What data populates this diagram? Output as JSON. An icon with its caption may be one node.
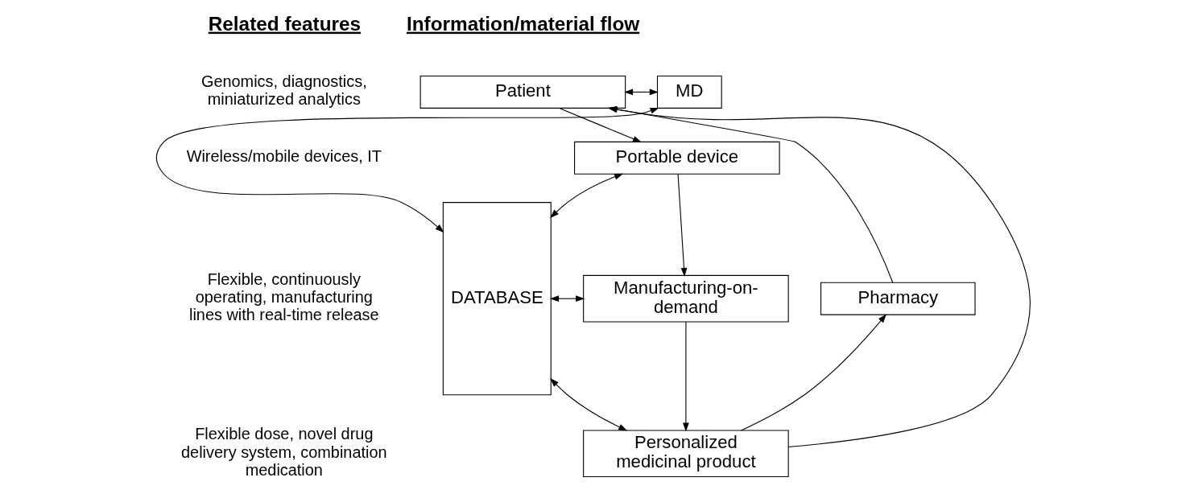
{
  "diagram": {
    "nodes": [
      {
        "text": [
          "Patient"
        ]
      },
      {
        "text": [
          "MD"
        ]
      },
      {
        "text": [
          "Portable device"
        ]
      },
      {
        "text": [
          "DATABASE"
        ]
      },
      {
        "text": [
          "Pharmacy"
        ]
      },
      {
        "text": [
          "Manufacturing-on- demand"
        ]
      },
      {
        "text": [
          "Personalized medicinal product"
        ]
      }
    ],
    "edges": [
      {
        "from": 0,
        "to": 1,
        "arrow": "both"
      },
      {
        "from": 1,
        "to": 3,
        "arrow": "both"
      },
      {
        "from": 0,
        "to": 2,
        "arrow": "to"
      },
      {
        "from": 2,
        "to": 3,
        "arrow": "both"
      },
      {
        "from": 2,
        "to": 5,
        "arrow": "to"
      },
      {
        "from": 5,
        "to": 3,
        "arrow": "both"
      },
      {
        "from": 5,
        "to": 6,
        "arrow": "to"
      },
      {
        "from": 6,
        "to": 3,
        "arrow": "both"
      },
      {
        "from": 6,
        "to": 4,
        "arrow": "to"
      },
      {
        "from": 6,
        "to": 0,
        "arrow": "to"
      },
      {
        "from": 4,
        "to": 0,
        "arrow": "to"
      }
    ],
    "labels": [
      "Information/material flow",
      "Related features",
      "Genomics, diagnostics, miniaturized analytics",
      "Wireless/mobile devices, IT",
      "Flexible, continuously operating, manufacturing lines with real-time release",
      "Flexible dose, novel drug delivery system, combination medication"
    ]
  }
}
